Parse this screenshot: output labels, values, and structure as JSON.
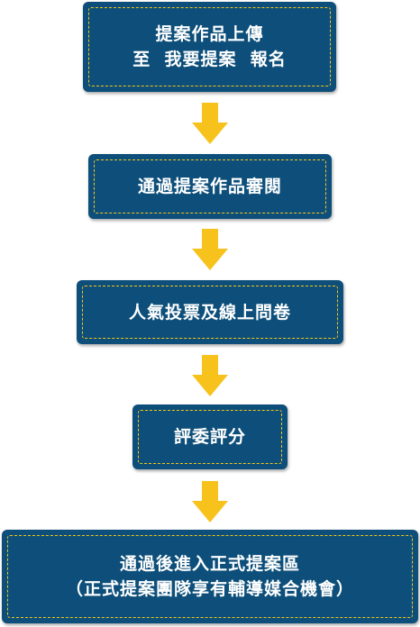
{
  "steps": [
    {
      "lines": [
        "提案作品上傳",
        "至  我要提案  報名"
      ]
    },
    {
      "lines": [
        "通過提案作品審閱"
      ]
    },
    {
      "lines": [
        "人氣投票及線上問卷"
      ]
    },
    {
      "lines": [
        "評委評分"
      ]
    },
    {
      "lines": [
        "通過後進入正式提案區",
        "（正式提案團隊享有輔導媒合機會）"
      ]
    }
  ],
  "colors": {
    "box_fill": "#0d4f7a",
    "dash_border": "#f5c518",
    "arrow": "#f7c21b",
    "text": "#ffffff"
  }
}
